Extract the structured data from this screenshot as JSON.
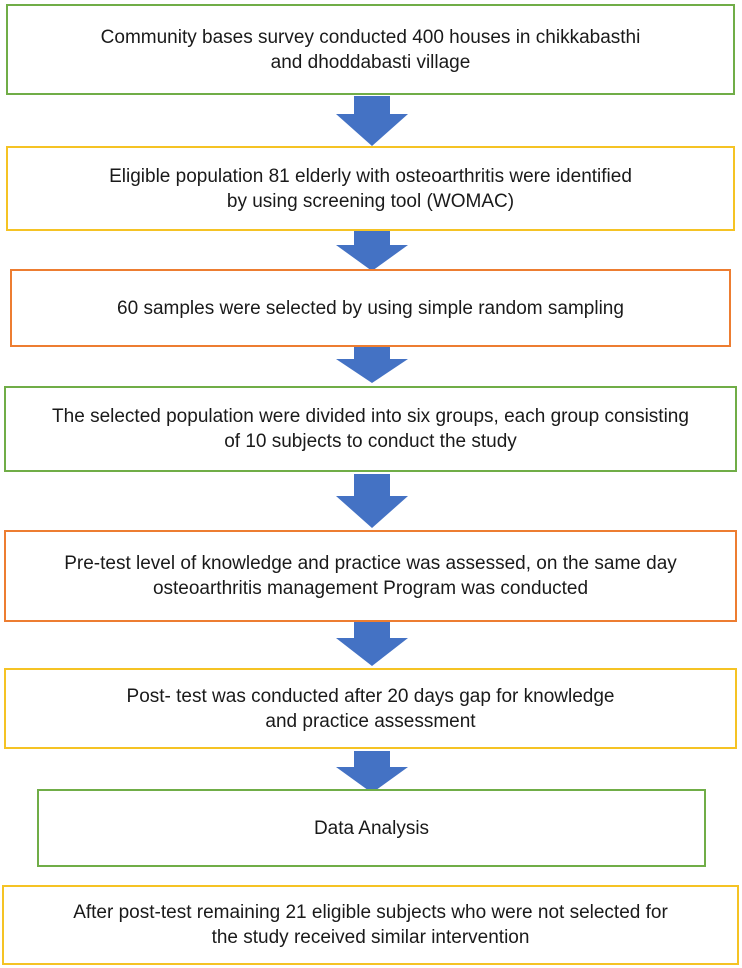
{
  "colors": {
    "green": "#70ad47",
    "yellow": "#f5c324",
    "orange": "#ed7d31",
    "arrow": "#4472c4"
  },
  "steps": [
    {
      "line1": "Community bases survey conducted 400 houses in chikkabasthi",
      "line2": "and dhoddabasti village"
    },
    {
      "line1": "Eligible population 81 elderly with osteoarthritis were identified",
      "line2": "by using screening tool (WOMAC)"
    },
    {
      "line1": "60 samples were selected by using simple random sampling"
    },
    {
      "line1": "The selected population were divided into six groups, each group consisting",
      "line2": "of 10 subjects to conduct the study"
    },
    {
      "line1": "Pre-test level of knowledge and practice was assessed, on the same day",
      "line2": "osteoarthritis management Program was conducted"
    },
    {
      "line1": "Post- test was conducted after 20 days gap for knowledge",
      "line2": "and practice assessment"
    },
    {
      "line1": "Data Analysis"
    },
    {
      "line1": "After post-test remaining 21 eligible subjects who were not selected for",
      "line2": "the study received similar intervention"
    }
  ]
}
